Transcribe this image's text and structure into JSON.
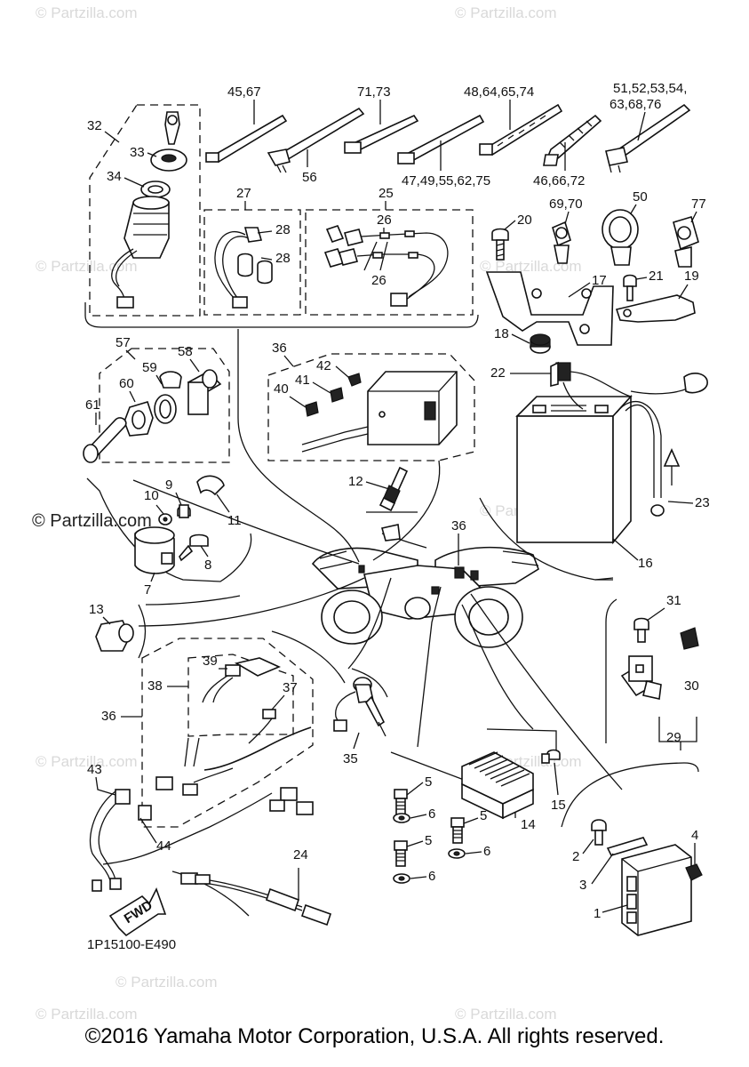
{
  "diagram_code": "1P15100-E490",
  "copyright": "©2016 Yamaha Motor Corporation, U.S.A. All rights reserved.",
  "watermark_small": "© Partzilla.com",
  "watermark_large": "© Partzilla.com",
  "fwd_label": "FWD",
  "callouts": {
    "c45_67": "45,67",
    "c71_73": "71,73",
    "c48_64_65_74": "48,64,65,74",
    "c51_52_53_54": "51,52,53,54,",
    "c63_68_76": "63,68,76",
    "c32": "32",
    "c33": "33",
    "c34": "34",
    "c56": "56",
    "c47_49": "47,49,55,62,75",
    "c46_66_72": "46,66,72",
    "c27": "27",
    "c28a": "28",
    "c28b": "28",
    "c25": "25",
    "c26a": "26",
    "c26b": "26",
    "c20": "20",
    "c69_70": "69,70",
    "c50": "50",
    "c77": "77",
    "c17": "17",
    "c21": "21",
    "c19": "19",
    "c18": "18",
    "c22": "22",
    "c57": "57",
    "c58": "58",
    "c59": "59",
    "c60": "60",
    "c61": "61",
    "c36a": "36",
    "c42": "42",
    "c41": "41",
    "c40": "40",
    "c12": "12",
    "c36b": "36",
    "c23": "23",
    "c16": "16",
    "c10": "10",
    "c9": "9",
    "c11": "11",
    "c8": "8",
    "c7": "7",
    "c13": "13",
    "c31": "31",
    "c30": "30",
    "c29": "29",
    "c39": "39",
    "c38": "38",
    "c37": "37",
    "c36c": "36",
    "c35": "35",
    "c43": "43",
    "c44": "44",
    "c5a": "5",
    "c6a": "6",
    "c5b": "5",
    "c6b": "6",
    "c5c": "5",
    "c6c": "6",
    "c14": "14",
    "c15": "15",
    "c24": "24",
    "c2": "2",
    "c3": "3",
    "c4": "4",
    "c1": "1"
  }
}
